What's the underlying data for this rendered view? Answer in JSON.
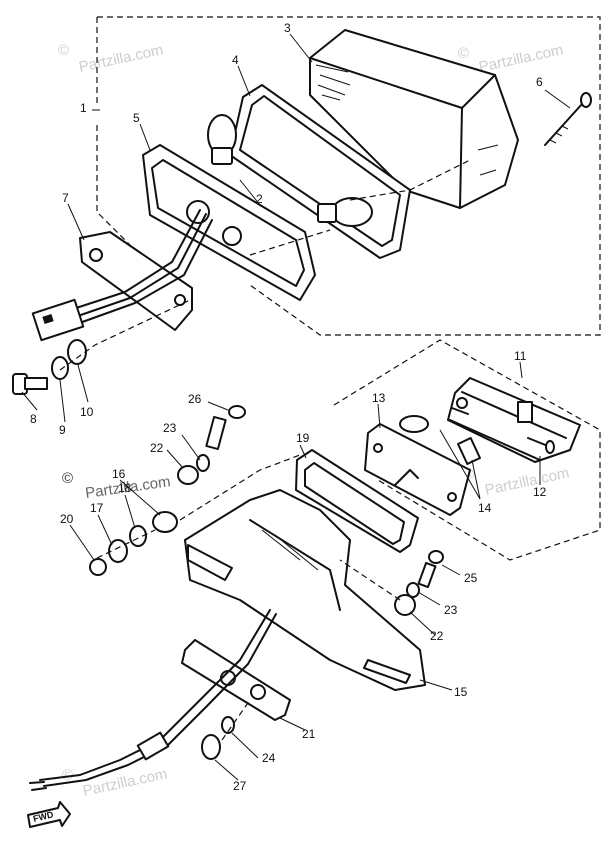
{
  "diagram": {
    "callouts": [
      "1",
      "2",
      "3",
      "4",
      "5",
      "6",
      "7",
      "8",
      "9",
      "10",
      "11",
      "12",
      "13",
      "14",
      "15",
      "16",
      "17",
      "18",
      "19",
      "20",
      "21",
      "22",
      "23",
      "24",
      "25",
      "26",
      "27"
    ],
    "watermark": {
      "brand": "Partzilla.com",
      "symbol": "©"
    },
    "direction_label": "FWD",
    "colors": {
      "line": "#111111",
      "background": "#ffffff",
      "watermark": "#c8c8c8"
    }
  }
}
